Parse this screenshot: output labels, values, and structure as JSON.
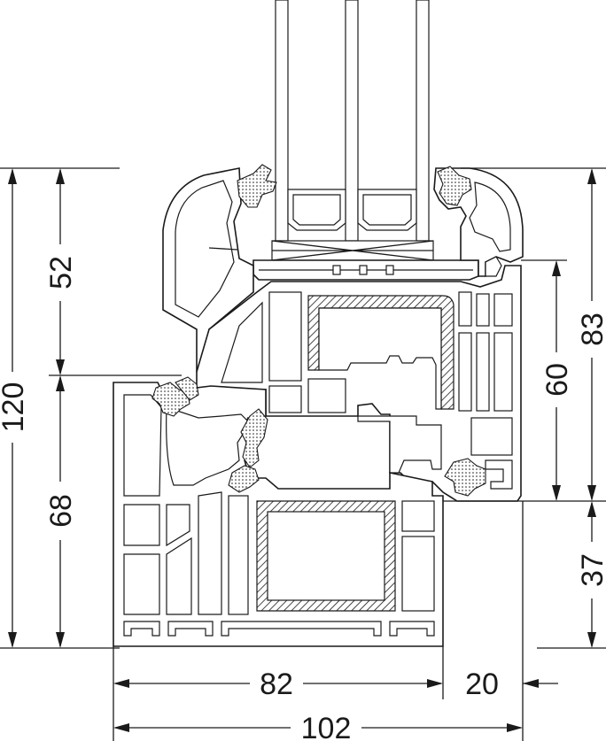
{
  "diagram": {
    "dimensions": {
      "left_total": "120",
      "left_upper": "52",
      "left_lower": "68",
      "right_total": "83",
      "right_upper": "60",
      "right_lower": "37",
      "bottom_frame": "82",
      "bottom_overlap": "20",
      "bottom_total": "102"
    },
    "colors": {
      "line": "#1a1a1a",
      "background": "#ffffff"
    }
  }
}
